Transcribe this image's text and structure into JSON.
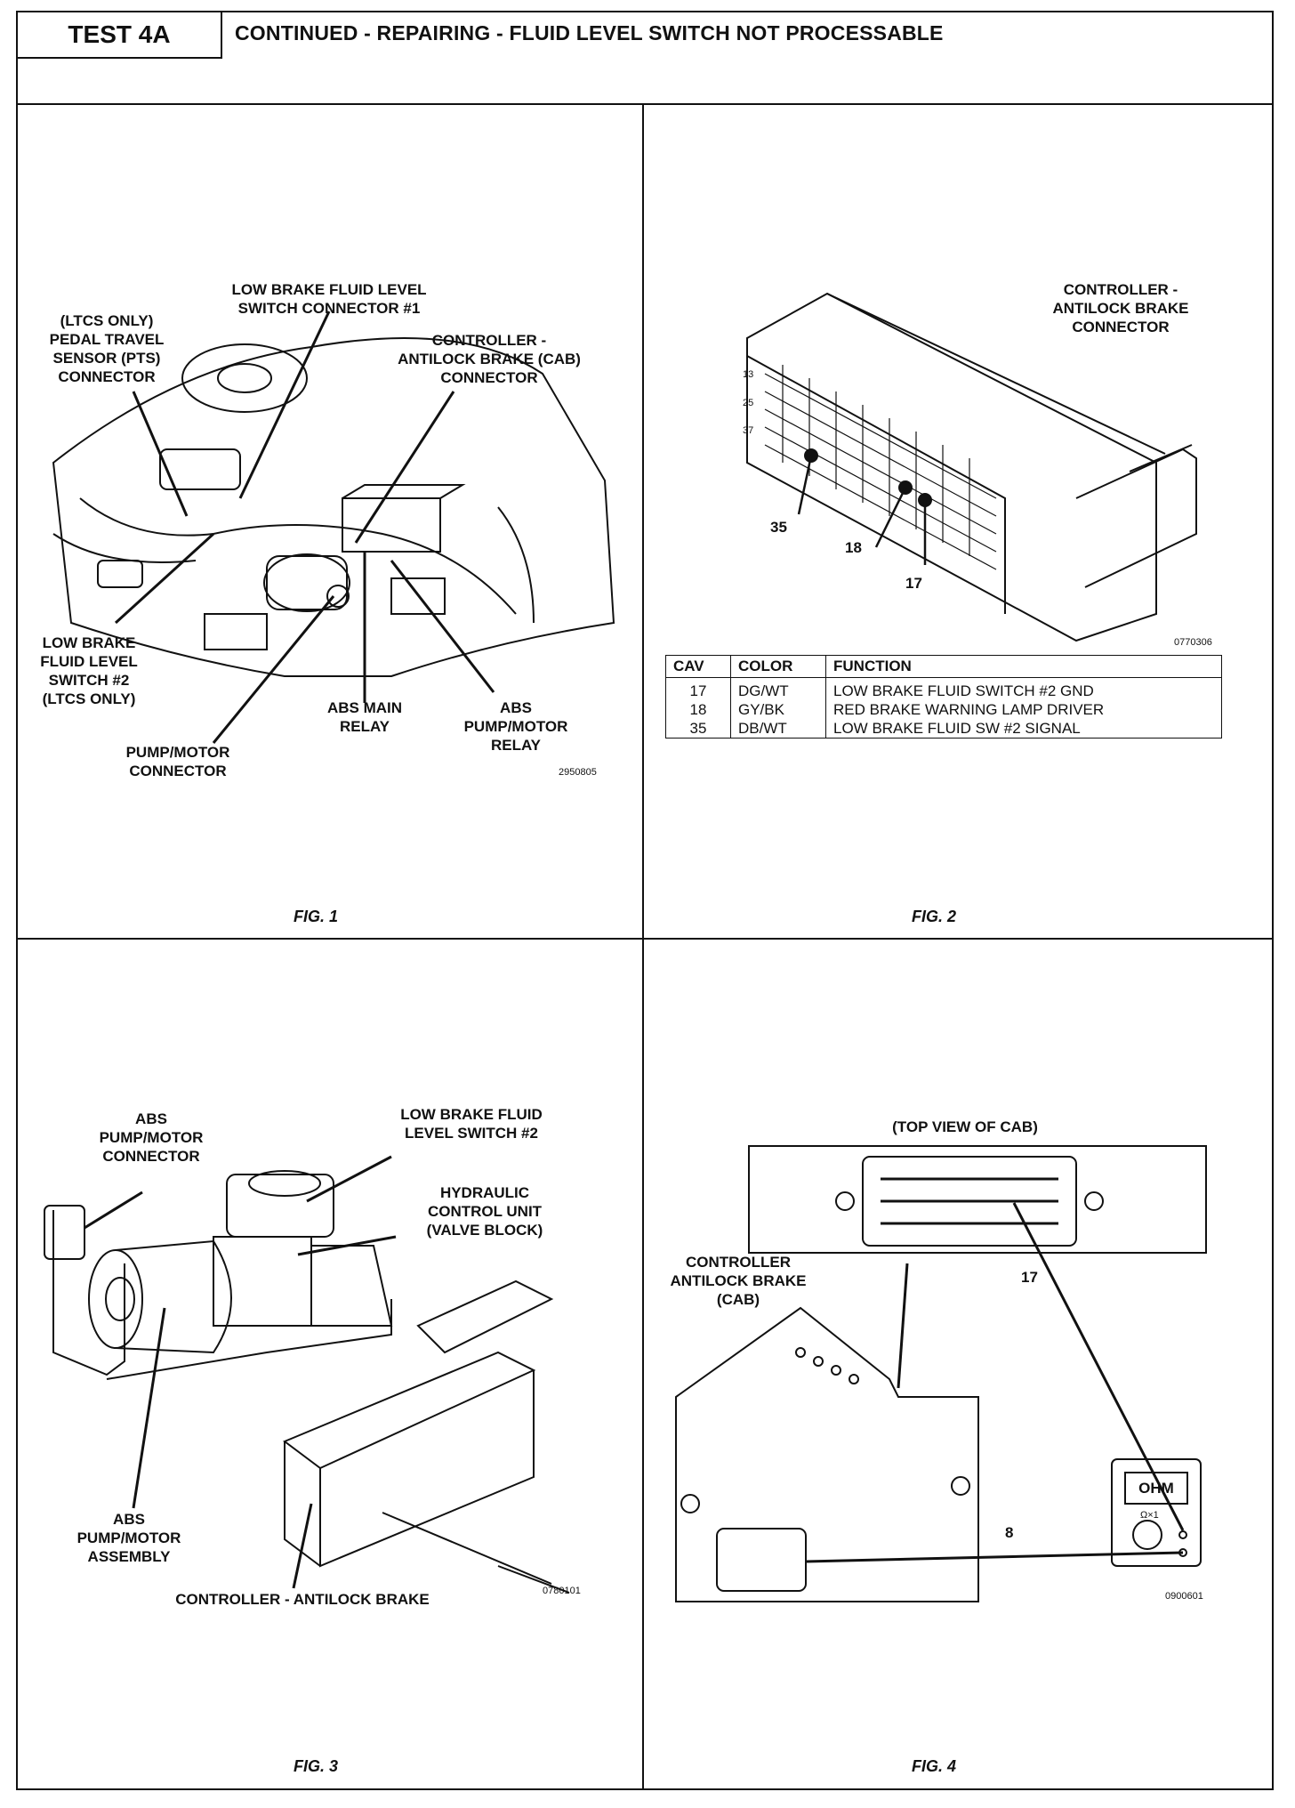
{
  "header": {
    "test": "TEST 4A",
    "title": "CONTINUED - REPAIRING - FLUID LEVEL SWITCH NOT PROCESSABLE"
  },
  "fig1": {
    "caption": "FIG. 1",
    "code": "2950805",
    "labels": {
      "low_fluid_conn": "LOW BRAKE FLUID LEVEL\nSWITCH CONNECTOR #1",
      "pts": "(LTCS ONLY)\nPEDAL TRAVEL\nSENSOR (PTS)\nCONNECTOR",
      "cab_conn": "CONTROLLER -\nANTILOCK BRAKE (CAB)\nCONNECTOR",
      "switch2": "LOW BRAKE\nFLUID LEVEL\nSWITCH #2\n(LTCS ONLY)",
      "abs_main": "ABS MAIN\nRELAY",
      "abs_pump_relay": "ABS\nPUMP/MOTOR\nRELAY",
      "pump_conn": "PUMP/MOTOR\nCONNECTOR"
    }
  },
  "fig2": {
    "caption": "FIG. 2",
    "code": "0770306",
    "title": "CONTROLLER -\nANTILOCK BRAKE\nCONNECTOR",
    "pins": [
      "13",
      "25",
      "37",
      "35",
      "18",
      "17"
    ],
    "table": {
      "headers": [
        "CAV",
        "COLOR",
        "FUNCTION"
      ],
      "rows": [
        [
          "17",
          "DG/WT",
          "LOW BRAKE FLUID SWITCH #2 GND"
        ],
        [
          "18",
          "GY/BK",
          "RED BRAKE WARNING LAMP DRIVER"
        ],
        [
          "35",
          "DB/WT",
          "LOW BRAKE FLUID SW #2 SIGNAL"
        ]
      ]
    }
  },
  "fig3": {
    "caption": "FIG. 3",
    "code": "0780101",
    "labels": {
      "pump_conn": "ABS\nPUMP/MOTOR\nCONNECTOR",
      "switch2": "LOW BRAKE FLUID\nLEVEL SWITCH #2",
      "hcu": "HYDRAULIC\nCONTROL UNIT\n(VALVE BLOCK)",
      "pump_assy": "ABS\nPUMP/MOTOR\nASSEMBLY",
      "controller": "CONTROLLER - ANTILOCK BRAKE"
    }
  },
  "fig4": {
    "caption": "FIG. 4",
    "code": "0900601",
    "labels": {
      "top_view": "(TOP VIEW OF CAB)",
      "controller": "CONTROLLER\nANTILOCK BRAKE\n(CAB)",
      "pin17": "17",
      "pin8": "8",
      "meter": "OHM",
      "meter_range": "Ω×1"
    }
  }
}
